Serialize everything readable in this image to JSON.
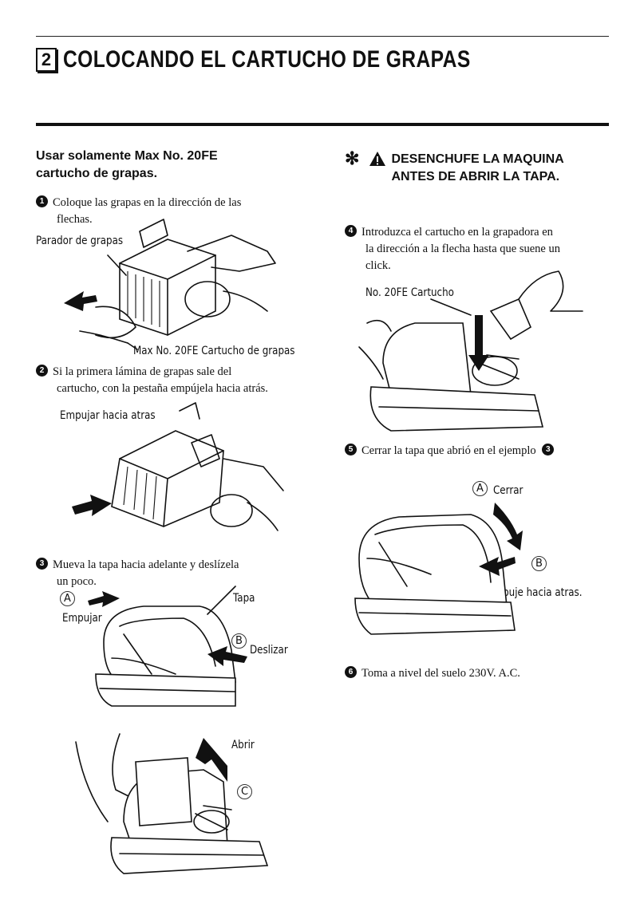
{
  "header": {
    "section_number": "2",
    "title": "COLOCANDO EL CARTUCHO DE GRAPAS"
  },
  "left": {
    "heading_line1": "Usar solamente Max No. 20FE",
    "heading_line2": "cartucho de grapas.",
    "step1_num": "1",
    "step1_line1": "Coloque las grapas en la dirección de las",
    "step1_line2": "flechas.",
    "label_parador": "Parador de grapas",
    "label_cartucho": "Max No. 20FE Cartucho de grapas",
    "step2_num": "2",
    "step2_line1": "Si la primera lámina de grapas sale del",
    "step2_line2": "cartucho, con la pestaña empújela hacia atrás.",
    "label_empujar_atras": "Empujar hacia atras",
    "step3_num": "3",
    "step3_line1": "Mueva la tapa hacia adelante y deslízela",
    "step3_line2": "un poco.",
    "label_a": "A",
    "label_empujar": "Empujar",
    "label_tapa": "Tapa",
    "label_b": "B",
    "label_deslizar": "Deslizar",
    "label_abrir": "Abrir",
    "label_c": "C"
  },
  "right": {
    "warning_line1": "DESENCHUFE LA MAQUINA",
    "warning_line2": "ANTES DE ABRIR LA TAPA.",
    "step4_num": "4",
    "step4_line1": "Introduzca el cartucho en la grapadora en",
    "step4_line2": "la dirección a la flecha hasta que suene un",
    "step4_line3": "click.",
    "label_no20fe": "No. 20FE Cartucho",
    "step5_num": "5",
    "step5_text": "Cerrar la tapa que abrió en el ejemplo",
    "step5_ref": "3",
    "label_a": "A",
    "label_cerrar": "Cerrar",
    "label_b": "B",
    "label_empuje": "Empuje hacia atras.",
    "step6_num": "6",
    "step6_text": "Toma a nivel del suelo 230V. A.C."
  },
  "icons": {
    "warning": "warning-triangle-icon",
    "asterisk": "asterisk-icon"
  }
}
